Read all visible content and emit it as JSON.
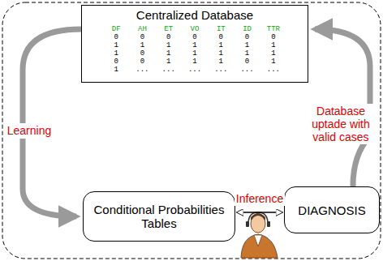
{
  "diagram": {
    "nodes": [
      {
        "text": [
          "Centralized Database"
        ]
      },
      {
        "text": [
          "Conditional Probabilities Tables"
        ]
      },
      {
        "text": [
          "DIAGNOSIS"
        ]
      }
    ],
    "edges": [
      {
        "from": 0,
        "to": 1,
        "label": "Learning",
        "arrow": "to"
      },
      {
        "from": 2,
        "to": 0,
        "label": "Database uptade with valid cases",
        "arrow": "to"
      },
      {
        "from": 1,
        "to": 2,
        "label": "Inference",
        "arrow": "both"
      }
    ],
    "labels": [
      "DF",
      "AH",
      "ET",
      "VO",
      "IT",
      "ID",
      "TTR",
      "0",
      "0",
      "0",
      "0",
      "0",
      "0",
      "0",
      "1",
      "1",
      "1",
      "1",
      "1",
      "1",
      "1",
      "1",
      "0",
      "1",
      "1",
      "1",
      "1",
      "1",
      "0",
      "0",
      "1",
      "1",
      "1",
      "0",
      "1",
      "1",
      "...",
      "...",
      "...",
      "...",
      "...",
      "..."
    ]
  }
}
